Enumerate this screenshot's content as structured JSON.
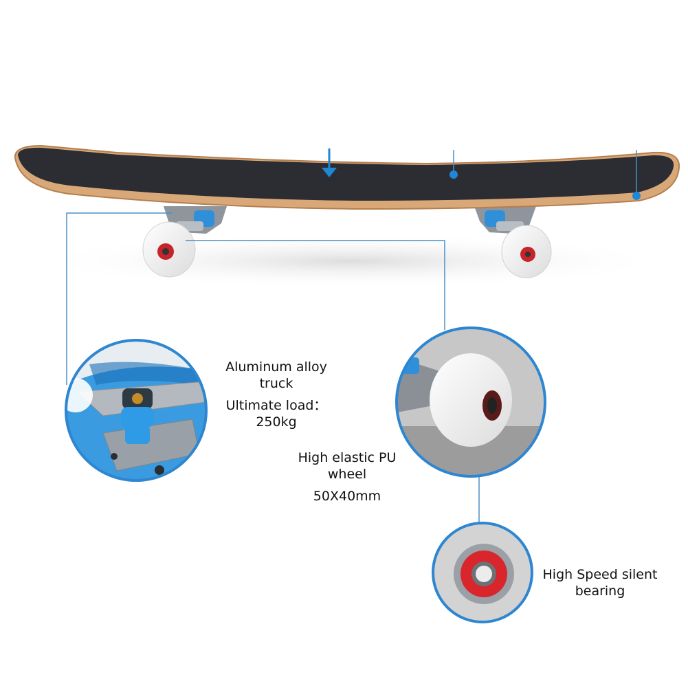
{
  "colors": {
    "callout_line": "#4a90c8",
    "dot_accent": "#1e88d6",
    "grip_tape": "#2b2d33",
    "deck_wood": "#d9a878",
    "wheel": "#f4f4f4",
    "bearing_red": "#d8262c",
    "truck_metal": "#a7acb3",
    "bushing_blue": "#3aa0e6"
  },
  "icons": [
    "down-arrow-icon",
    "callout-dot-icon"
  ],
  "callouts": {
    "truck": {
      "line1": "Aluminum alloy",
      "line2": "truck",
      "line3": "Ultimate load：",
      "line4": "250kg"
    },
    "wheel": {
      "line1": "High elastic PU",
      "line2": "wheel",
      "line3": "50X40mm"
    },
    "bearing": {
      "line1": "High Speed silent",
      "line2": "bearing"
    }
  }
}
